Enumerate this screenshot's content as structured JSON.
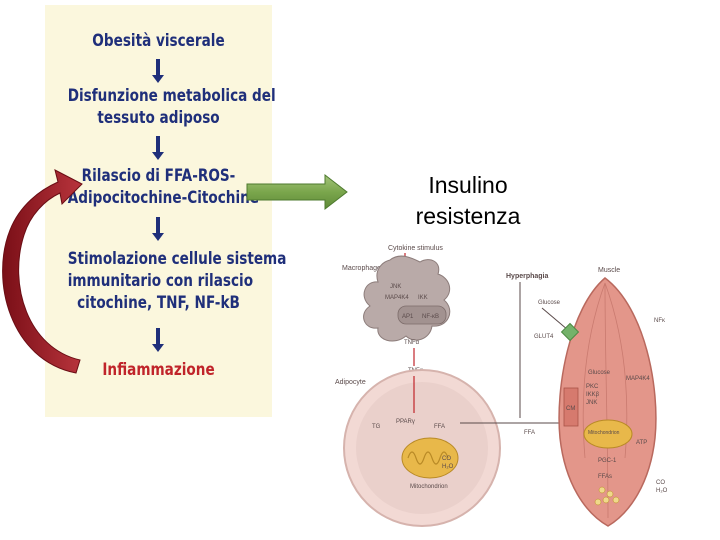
{
  "flowchart": {
    "steps": [
      {
        "lines": [
          "Obesità viscerale"
        ]
      },
      {
        "lines": [
          "Disfunzione metabolica del",
          "tessuto adiposo"
        ]
      },
      {
        "lines": [
          "Rilascio di FFA-ROS-",
          "Adipocitochine-Citochine"
        ]
      },
      {
        "lines": [
          "Stimolazione cellule sistema",
          "immunitario con rilascio",
          "citochine, TNF, NF-kB"
        ]
      },
      {
        "lines": [
          "Infiammazione"
        ]
      }
    ]
  },
  "result": {
    "line1": "Insulino",
    "line2": "resistenza"
  },
  "figure": {
    "cytokine_stimulus": "Cytokine stimulus",
    "macrophage": "Macrophage",
    "jnk": "JNK",
    "map4k4": "MAP4K4",
    "ikk": "IKK",
    "ap1": "AP1",
    "nfkb": "NF-κB",
    "tnfa_macrophage": "TNFα",
    "tnfa_adipocyte": "TNFα",
    "adipocyte": "Adipocyte",
    "ppar": "PPARγ",
    "tg": "TG",
    "ffa_adipocyte": "FFA",
    "ffa_flow": "FFA",
    "co2_h2o_adipocyte": [
      "CO",
      "H₂O"
    ],
    "mitochondrion_adipocyte": "Mitochondrion",
    "hyperphagia": "Hyperphagia",
    "glucose_outside": "Glucose",
    "glut4": "GLUT4",
    "muscle": "Muscle",
    "glucose_inside": "Glucose",
    "pkc": "PKC",
    "ikkb": "IKKβ",
    "jnk_muscle": "JNK",
    "map4k4_muscle": "MAP4K4",
    "cm": "CM",
    "mitochondrion_muscle": "Mitochondrion",
    "atp": "ATP",
    "pgc1": "PGC-1",
    "ffa_muscle": "FFAs",
    "nfkb_right": "NFκ",
    "co2_h2o_muscle": [
      "CO",
      "H₂O"
    ]
  }
}
